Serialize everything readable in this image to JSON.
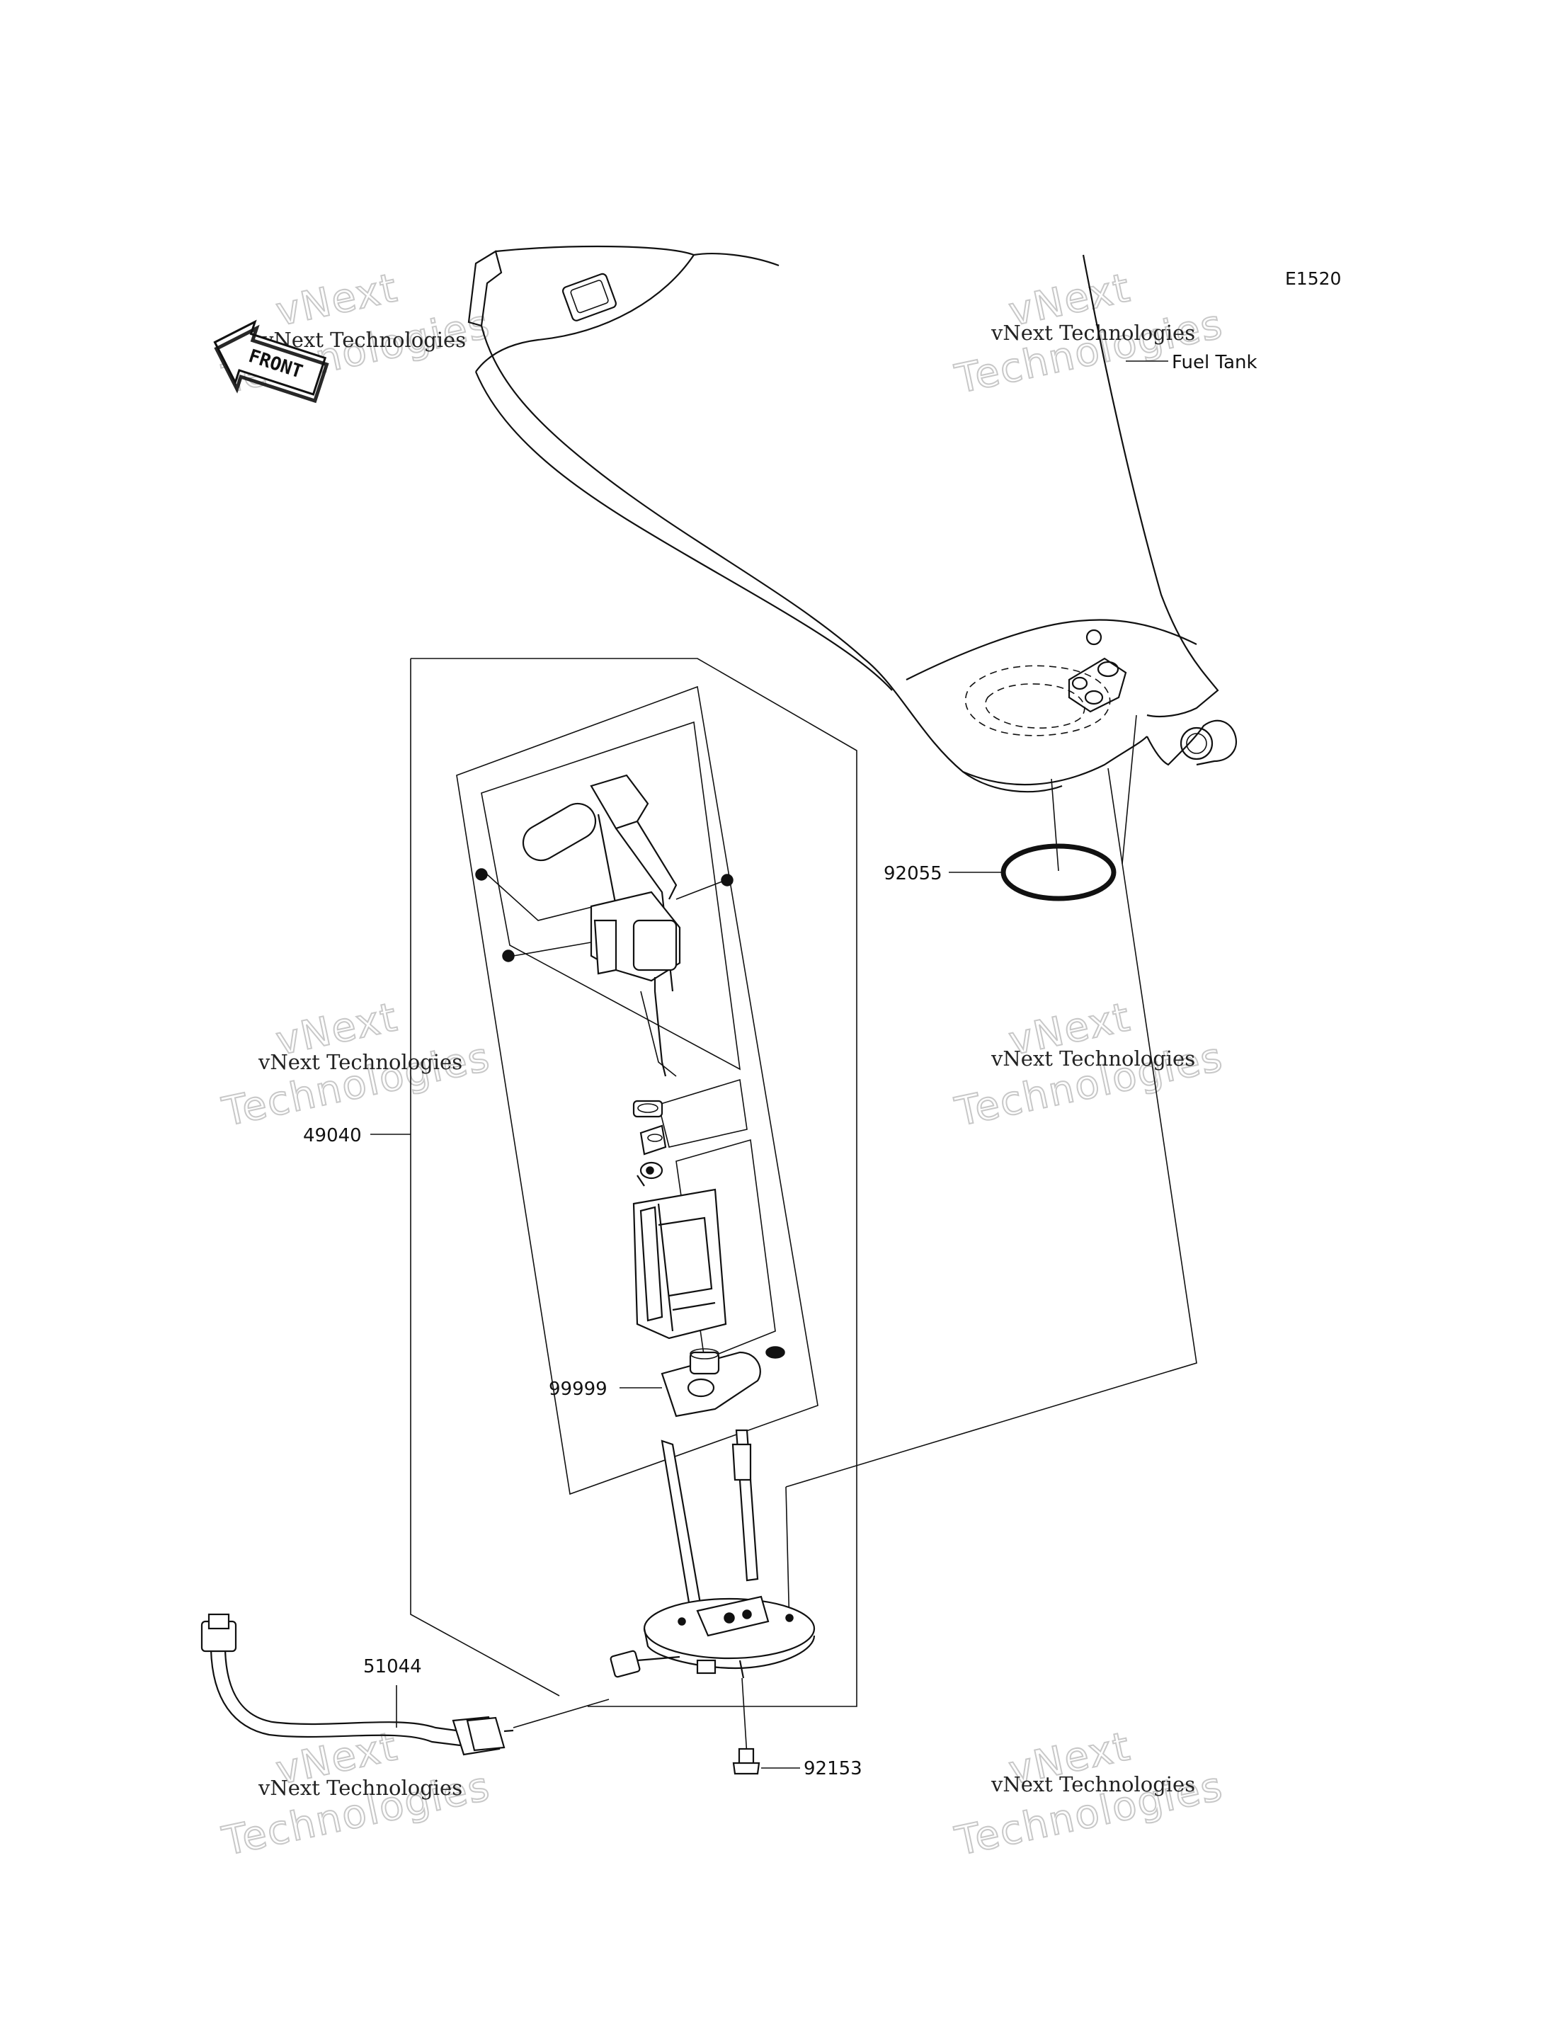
{
  "diagram": {
    "code": "E1520",
    "front_label": "FRONT",
    "ref_label": "Fuel Tank",
    "watermark_line1": "vNext Technologies",
    "watermark_line2": "vNext",
    "watermark_line3": "Technologies",
    "callouts": [
      {
        "id": "92055"
      },
      {
        "id": "49040"
      },
      {
        "id": "99999"
      },
      {
        "id": "51044"
      },
      {
        "id": "92153"
      }
    ]
  }
}
